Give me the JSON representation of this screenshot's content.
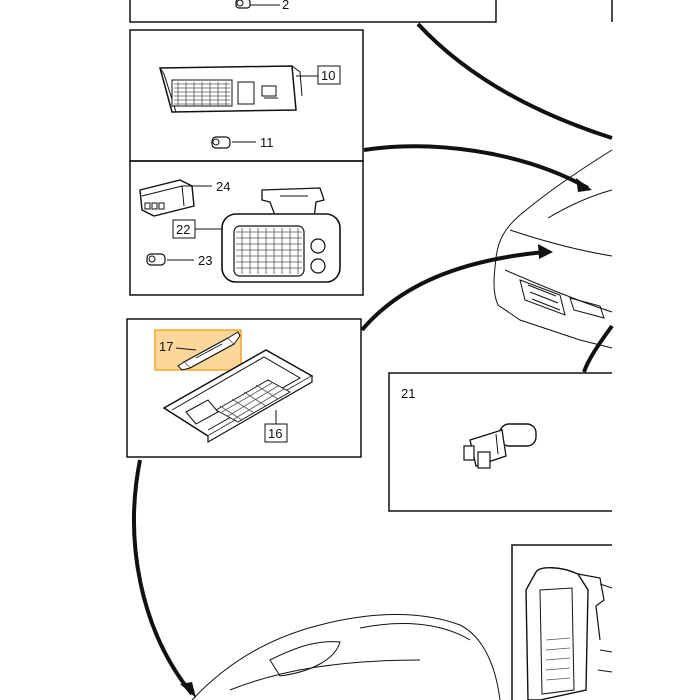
{
  "callouts": {
    "c2": "2",
    "c10": "10",
    "c11": "11",
    "c24": "24",
    "c22": "22",
    "c23": "23",
    "c17": "17",
    "c16": "16",
    "c21": "21"
  },
  "highlight": {
    "part": "17",
    "color": "#f6a623"
  }
}
